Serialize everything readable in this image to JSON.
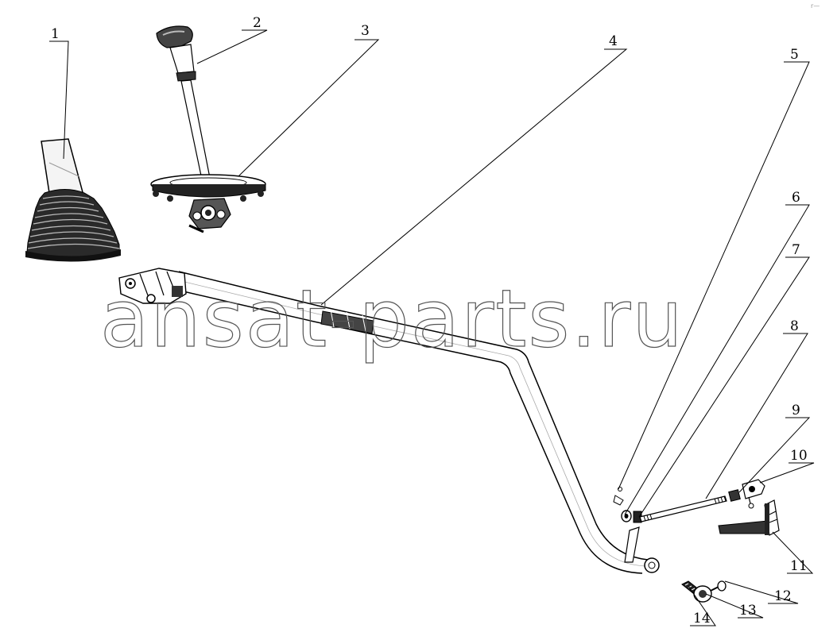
{
  "watermark": "ansat-parts.ru",
  "corner_mark": "r—",
  "callouts": [
    "1",
    "2",
    "3",
    "4",
    "5",
    "6",
    "7",
    "8",
    "9",
    "10",
    "11",
    "12",
    "13",
    "14"
  ],
  "icons": {
    "boot": "gear-shift-boot-icon",
    "lever": "gear-shift-lever-icon",
    "rod": "shift-control-rod-icon",
    "linkage": "shift-linkage-rod-icon",
    "bracket": "bracket-icon",
    "balljoint": "ball-joint-icon"
  }
}
